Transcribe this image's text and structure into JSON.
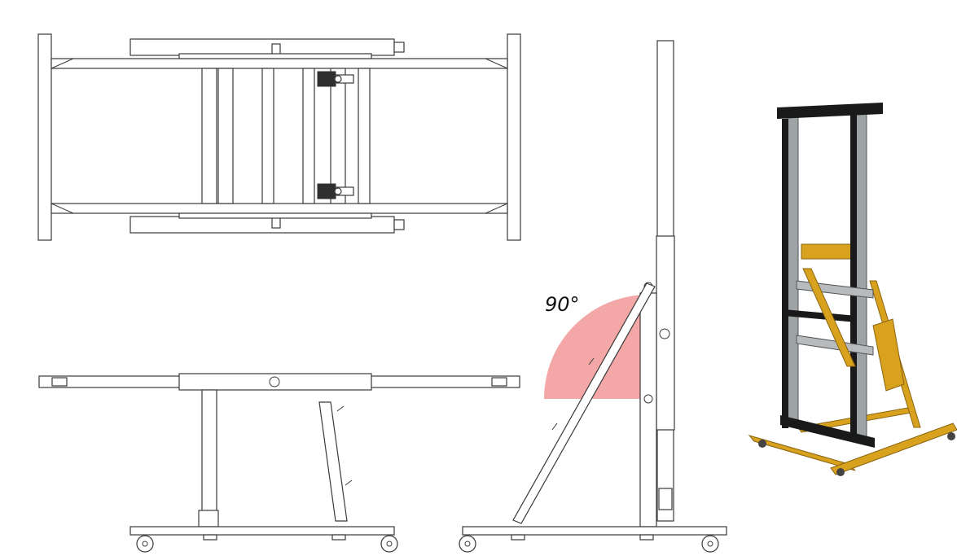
{
  "figure": {
    "views": [
      "top-view",
      "front-view",
      "side-view-tilted",
      "isometric-render"
    ],
    "angle_label": "90°",
    "colors": {
      "line": "#3a3a3a",
      "angle_wedge": "#f4a7a7",
      "frame_black": "#1a1a1a",
      "frame_steel": "#9ea3a6",
      "frame_yellow": "#d8a21e"
    }
  }
}
